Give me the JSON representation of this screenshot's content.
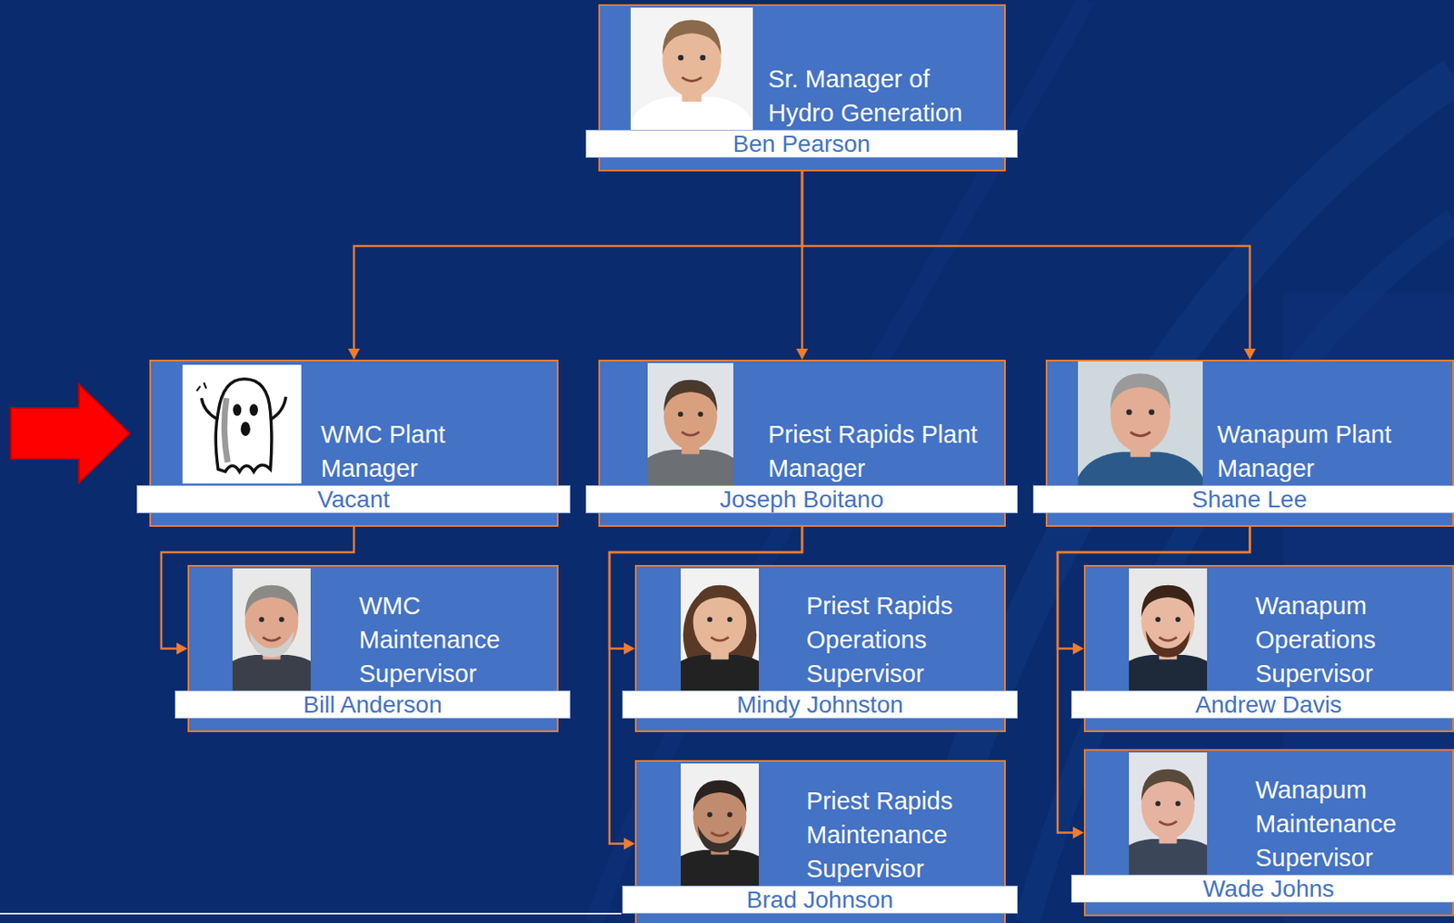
{
  "diagram": {
    "nodes": [
      {
        "text": [
          "Sr. Manager of Hydro Generation",
          "Ben Pearson"
        ]
      },
      {
        "text": [
          "WMC Plant Manager",
          "Vacant"
        ]
      },
      {
        "text": [
          "Priest Rapids Plant Manager",
          "Joseph Boitano"
        ]
      },
      {
        "text": [
          "Wanapum Plant Manager",
          "Shane Lee"
        ]
      },
      {
        "text": [
          "WMC Maintenance Supervisor",
          "Bill Anderson"
        ]
      },
      {
        "text": [
          "Priest Rapids Operations Supervisor",
          "Mindy Johnston"
        ]
      },
      {
        "text": [
          "Priest Rapids Maintenance Supervisor",
          "Brad Johnson"
        ]
      },
      {
        "text": [
          "Wanapum Operations Supervisor",
          "Andrew Davis"
        ]
      },
      {
        "text": [
          "Wanapum Maintenance Supervisor",
          "Wade Johns"
        ]
      }
    ],
    "edges": [
      {
        "from": 0,
        "to": 1,
        "arrow": "to"
      },
      {
        "from": 0,
        "to": 2,
        "arrow": "to"
      },
      {
        "from": 0,
        "to": 3,
        "arrow": "to"
      },
      {
        "from": 1,
        "to": 4,
        "arrow": "to"
      },
      {
        "from": 2,
        "to": 5,
        "arrow": "to"
      },
      {
        "from": 2,
        "to": 6,
        "arrow": "to"
      },
      {
        "from": 3,
        "to": 7,
        "arrow": "to"
      },
      {
        "from": 3,
        "to": 8,
        "arrow": "to"
      }
    ]
  }
}
